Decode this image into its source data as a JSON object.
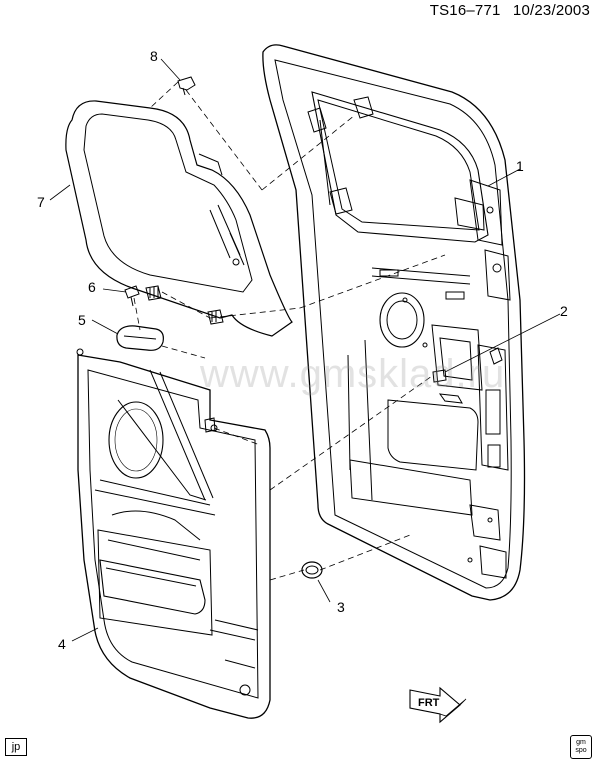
{
  "header": {
    "ref": "TS16–771",
    "date": "10/23/2003"
  },
  "callouts": [
    "1",
    "2",
    "3",
    "4",
    "5",
    "6",
    "7",
    "8"
  ],
  "watermark": "www.gmsklad.ru",
  "direction_label": "FRT",
  "corner_tag": "jp",
  "logo_text": "gm spo"
}
